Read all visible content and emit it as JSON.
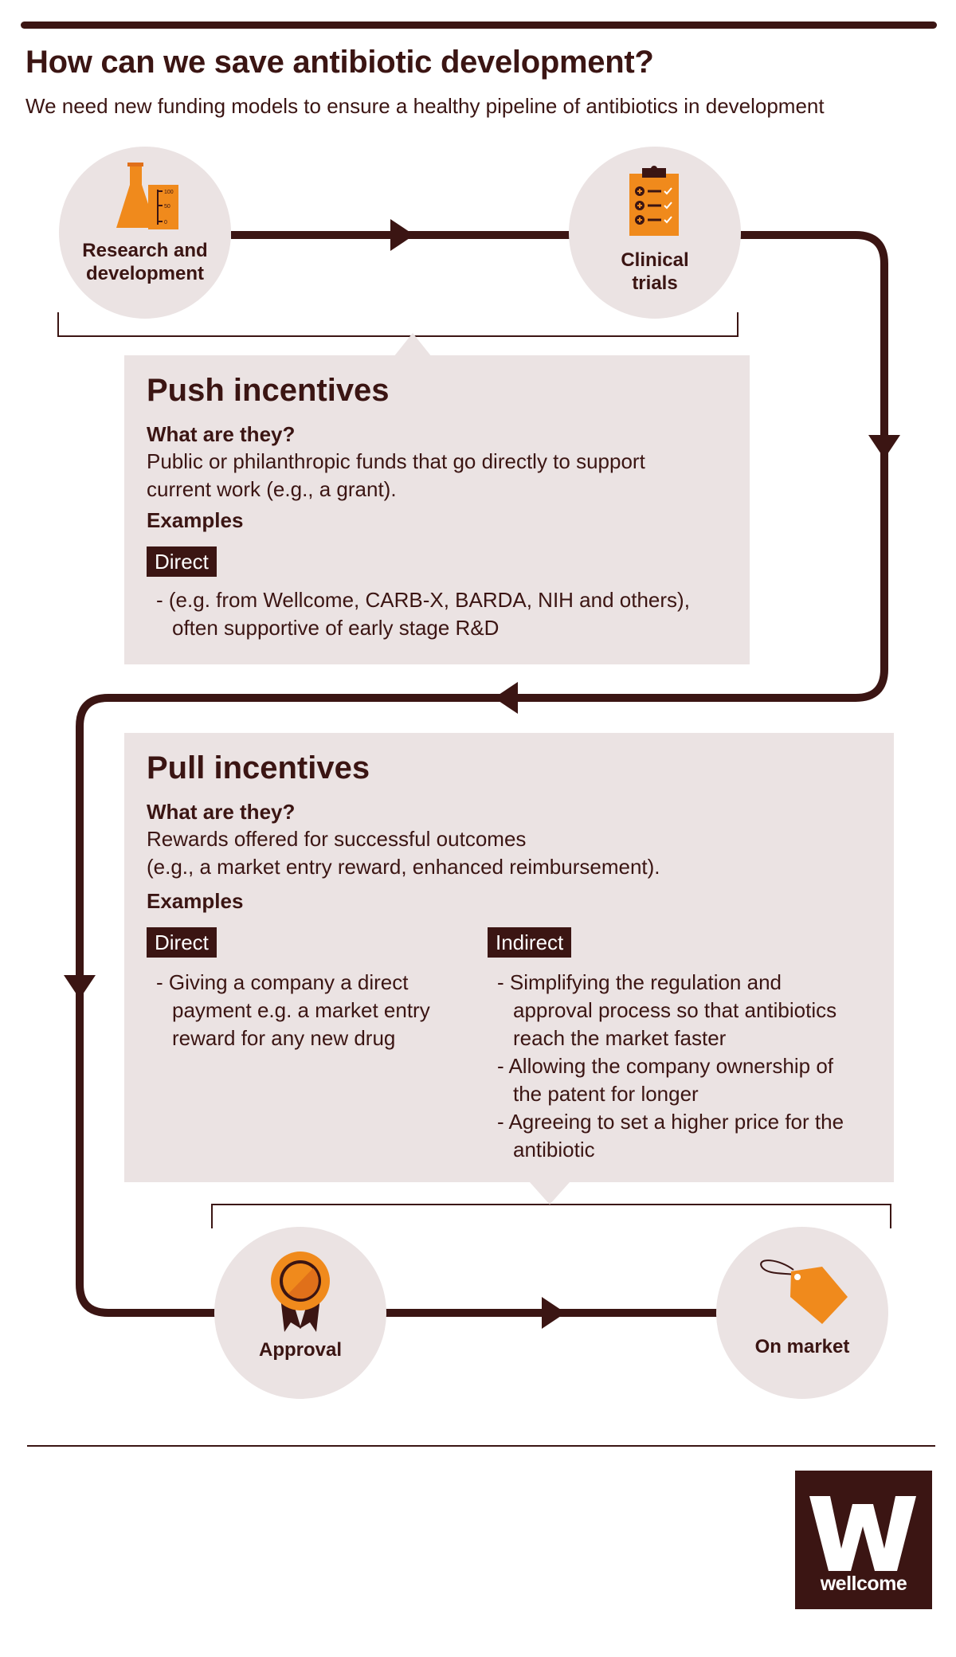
{
  "header": {
    "title": "How can we save antibiotic development?",
    "subtitle": "We need new funding models to ensure a healthy pipeline of antibiotics in development"
  },
  "stages": [
    {
      "label": "Research and development",
      "icon": "flask-icon"
    },
    {
      "label": "Clinical trials",
      "icon": "clipboard-icon"
    },
    {
      "label": "Approval",
      "icon": "award-ribbon-icon"
    },
    {
      "label": "On market",
      "icon": "price-tag-icon"
    }
  ],
  "push": {
    "title": "Push incentives",
    "question": "What are they?",
    "answer": [
      "Public or philanthropic funds that go directly to support",
      "current work (e.g., a grant)."
    ],
    "examples_label": "Examples",
    "direct": {
      "tag": "Direct",
      "items": [
        "(e.g. from Wellcome, CARB-X, BARDA, NIH and others), often supportive of early stage R&D"
      ]
    }
  },
  "pull": {
    "title": "Pull incentives",
    "question": "What are they?",
    "answer": [
      "Rewards offered for successful outcomes",
      "(e.g., a market entry reward, enhanced reimbursement)."
    ],
    "examples_label": "Examples",
    "direct": {
      "tag": "Direct",
      "items": [
        "Giving a company a direct payment e.g. a market entry reward for any new drug"
      ]
    },
    "indirect": {
      "tag": "Indirect",
      "items": [
        "Simplifying the regulation and approval process so that antibiotics reach the market faster",
        "Allowing the company ownership of the patent for longer",
        "Agreeing to set a higher price for the antibiotic"
      ]
    }
  },
  "logo": {
    "letter": "W",
    "wordmark": "wellcome"
  },
  "colors": {
    "dark_brown": "#3b1513",
    "orange": "#f08a1c",
    "circle_grey": "#ebe3e3",
    "panel_grey": "#ebe3e3"
  }
}
